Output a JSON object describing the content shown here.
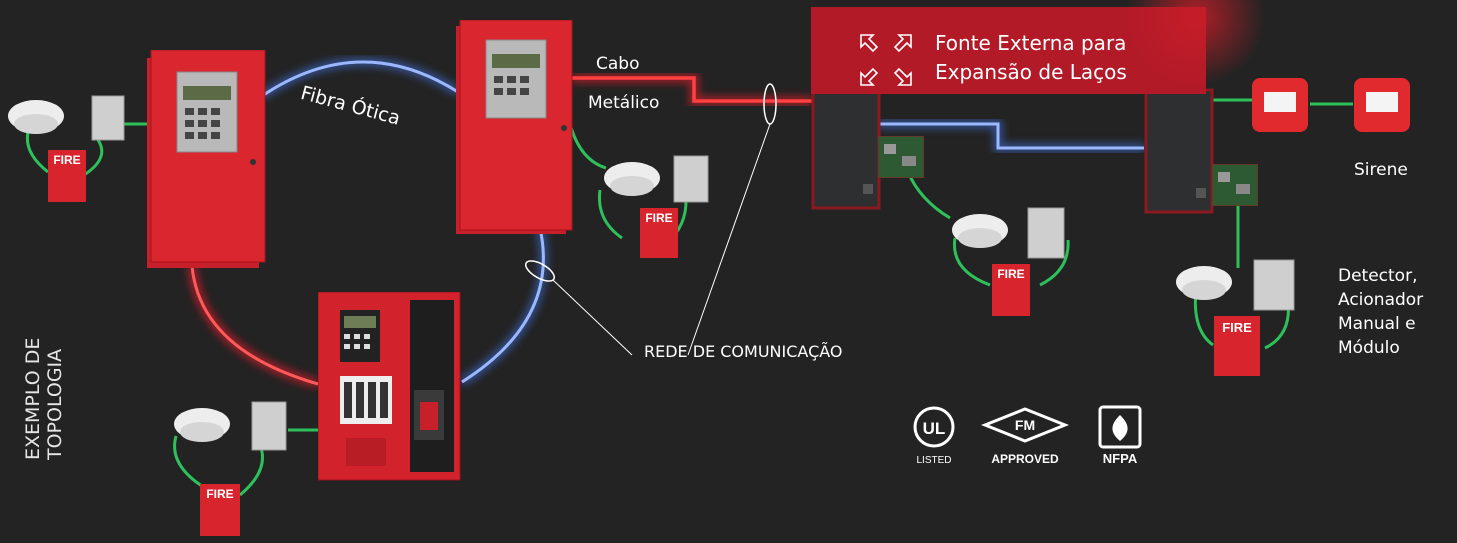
{
  "side_title": {
    "line1": "EXEMPLO DE",
    "line2": "TOPOLOGIA"
  },
  "fiber_label": "Fibra Ótica",
  "cable_label": {
    "line1": "Cabo",
    "line2": "Metálico"
  },
  "banner": {
    "line1": "Fonte Externa para",
    "line2": "Expansão de Laços",
    "icon": "expand-arrows-icon"
  },
  "network_label": "REDE DE COMUNICAÇÃO",
  "siren_label": "Sirene",
  "devices_label": {
    "line1": "Detector,",
    "line2": "Acionador",
    "line3": "Manual e",
    "line4": "Módulo"
  },
  "fire_text": "FIRE",
  "certifications": {
    "ul": {
      "mark": "UL",
      "caption": "LISTED"
    },
    "fm": {
      "mark": "FM",
      "caption": "APPROVED"
    },
    "nfpa": {
      "caption": "NFPA"
    }
  },
  "colors": {
    "background": "#232323",
    "banner": "#b31a28",
    "panel_red": "#c8202a",
    "fiber_blue": "#3f6fd8",
    "copper_red": "#e81d2a",
    "loop_green": "#2ec15b"
  }
}
